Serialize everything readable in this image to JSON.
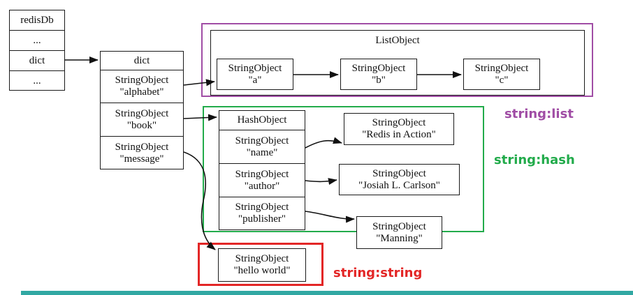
{
  "colors": {
    "purple": "#a04da5",
    "green": "#22ab4b",
    "red": "#e32626",
    "teal": "#31a8a3",
    "box_border": "#1a1a1a"
  },
  "redisdb_table": {
    "rows": [
      "redisDb",
      "...",
      "dict",
      "..."
    ]
  },
  "dict_table": {
    "header": "dict",
    "rows": [
      {
        "line1": "StringObject",
        "line2": "\"alphabet\""
      },
      {
        "line1": "StringObject",
        "line2": "\"book\""
      },
      {
        "line1": "StringObject",
        "line2": "\"message\""
      }
    ]
  },
  "list_group": {
    "title": "ListObject",
    "label": "string:list",
    "items": [
      {
        "line1": "StringObject",
        "line2": "\"a\""
      },
      {
        "line1": "StringObject",
        "line2": "\"b\""
      },
      {
        "line1": "StringObject",
        "line2": "\"c\""
      }
    ]
  },
  "hash_group": {
    "header": "HashObject",
    "label": "string:hash",
    "keys": [
      {
        "line1": "StringObject",
        "line2": "\"name\""
      },
      {
        "line1": "StringObject",
        "line2": "\"author\""
      },
      {
        "line1": "StringObject",
        "line2": "\"publisher\""
      }
    ],
    "values": [
      {
        "line1": "StringObject",
        "line2": "\"Redis in Action\""
      },
      {
        "line1": "StringObject",
        "line2": "\"Josiah L. Carlson\""
      },
      {
        "line1": "StringObject",
        "line2": "\"Manning\""
      }
    ]
  },
  "string_group": {
    "label": "string:string",
    "value": {
      "line1": "StringObject",
      "line2": "\"hello world\""
    }
  }
}
